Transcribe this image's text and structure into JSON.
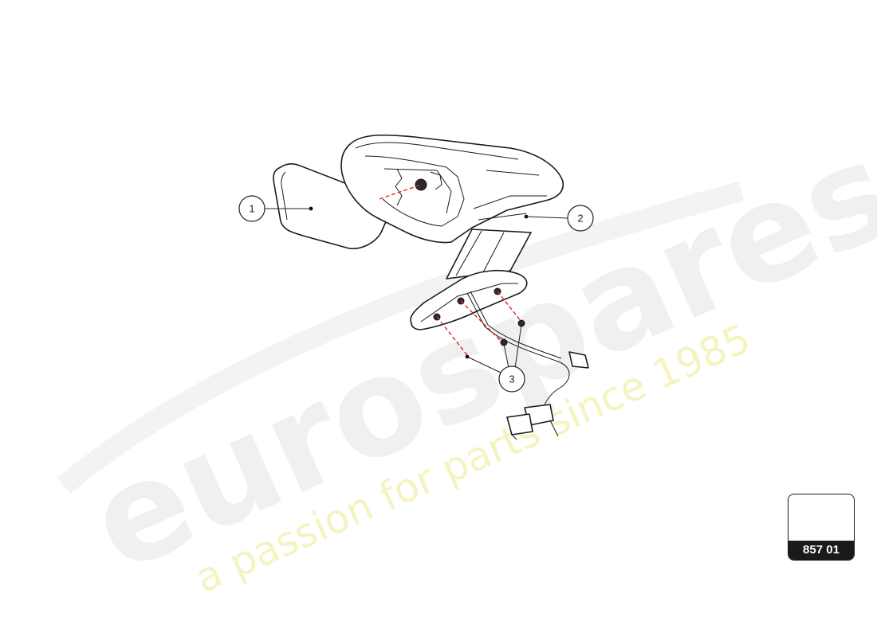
{
  "watermark": {
    "word": "eurospares",
    "tagline": "a passion for parts since 1985"
  },
  "callouts": [
    {
      "label": "1",
      "part": "mirror glass"
    },
    {
      "label": "2",
      "part": "mirror housing"
    },
    {
      "label": "3",
      "part": "fixing screws"
    }
  ],
  "reference": {
    "code": "857 01"
  },
  "colors": {
    "line": "#1a1a1a",
    "dashed_guides": "#d8282a",
    "badge_fill": "#1a1a1a",
    "badge_text": "#ffffff",
    "watermark_logo": "#ececec",
    "watermark_tagline": "#f1f0a8"
  }
}
